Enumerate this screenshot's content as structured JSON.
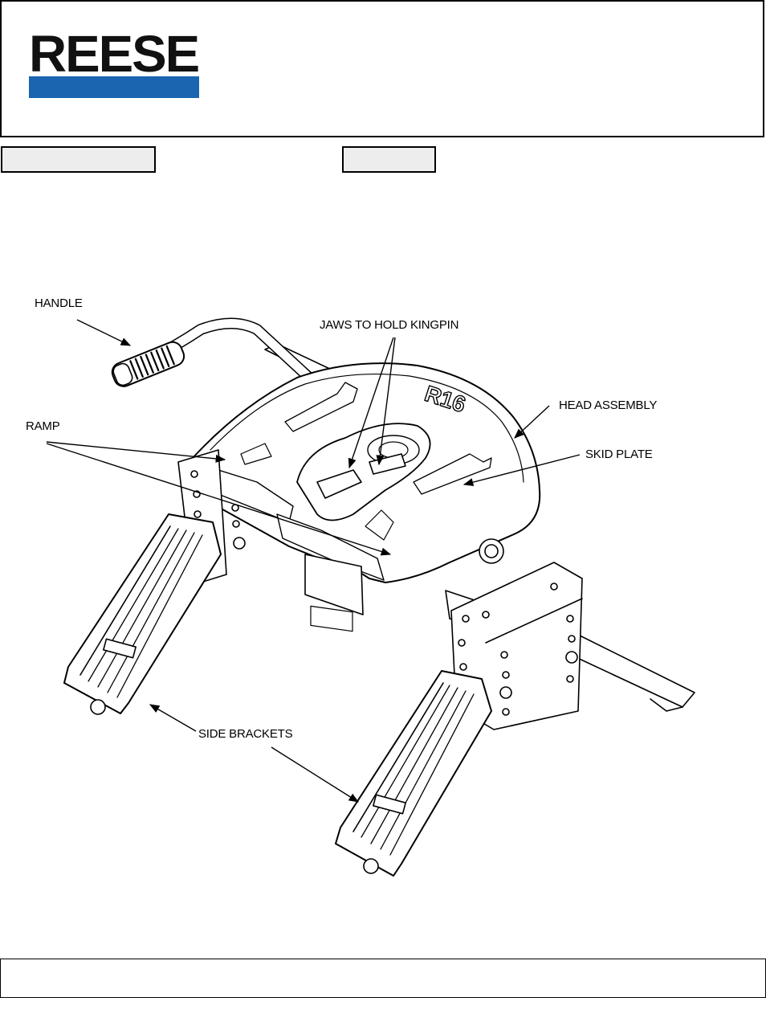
{
  "logo": {
    "text": "REESE",
    "bar_color": "#1a64b0"
  },
  "fields": {
    "model_value": "",
    "revision_value": ""
  },
  "labels": {
    "handle": "HANDLE",
    "jaws": "JAWS TO HOLD KINGPIN",
    "head_assembly": "HEAD ASSEMBLY",
    "ramp": "RAMP",
    "skid_plate": "SKID PLATE",
    "side_brackets": "SIDE BRACKETS"
  },
  "drawing": {
    "hitch_marking": "R16"
  },
  "footer": {
    "text": ""
  }
}
